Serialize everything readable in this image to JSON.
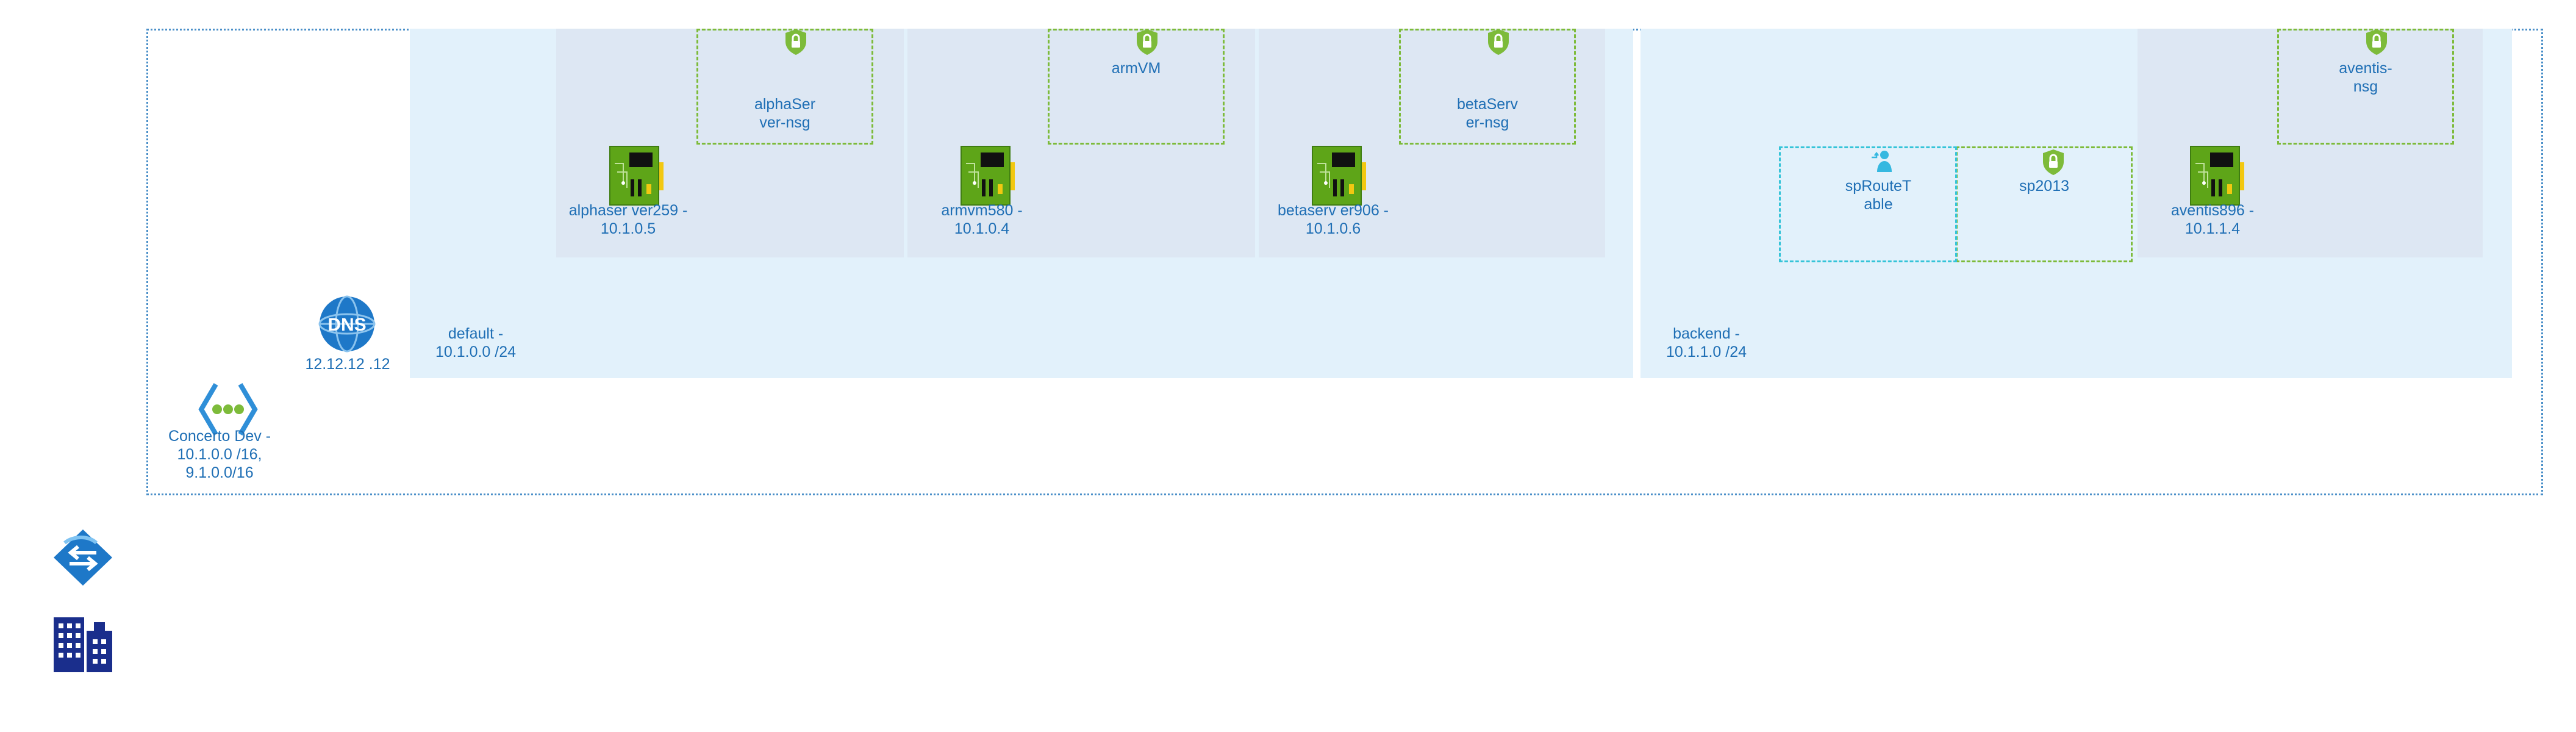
{
  "vnet": {
    "label": "Concerto Dev -\n10.1.0.0 /16,\n9.1.0.0/16",
    "icon": "virtual-network-icon"
  },
  "dns": {
    "label": "12.12.12 .12",
    "icon_text": "DNS",
    "icon": "dns-globe-icon"
  },
  "subnets": [
    {
      "label": "default -\n10.1.0.0 /24"
    },
    {
      "label": "backend -\n10.1.1.0 /24"
    }
  ],
  "nics": [
    {
      "label": "alphaser ver259 -\n10.1.0.5",
      "icon": "network-interface-icon"
    },
    {
      "label": "armvm580 -\n10.1.0.4",
      "icon": "network-interface-icon"
    },
    {
      "label": "betaserv er906 -\n10.1.0.6",
      "icon": "network-interface-icon"
    },
    {
      "label": "aventis896 -\n10.1.1.4",
      "icon": "network-interface-icon"
    }
  ],
  "nsgs": [
    {
      "label": "alphaSer\nver-nsg",
      "icon": "shield-lock-icon"
    },
    {
      "label": "armVM",
      "icon": "shield-lock-icon"
    },
    {
      "label": "betaServ\ner-nsg",
      "icon": "shield-lock-icon"
    },
    {
      "label": "aventis-\nnsg",
      "icon": "shield-lock-icon"
    },
    {
      "label": "sp2013",
      "icon": "shield-lock-icon"
    }
  ],
  "route_table": {
    "label": "spRouteT\nable",
    "icon": "route-table-icon"
  },
  "legend_icons": [
    {
      "icon": "vpn-gateway-icon"
    },
    {
      "icon": "on-premises-buildings-icon"
    }
  ],
  "colors": {
    "label_text": "#1f6fb5",
    "subnet_fill": "#e2f1fb",
    "nic_box_fill": "#dde7f3",
    "nsg_border": "#7dbb3a",
    "route_table_border": "#35c4d8",
    "vnet_border": "#4a8fc8"
  }
}
